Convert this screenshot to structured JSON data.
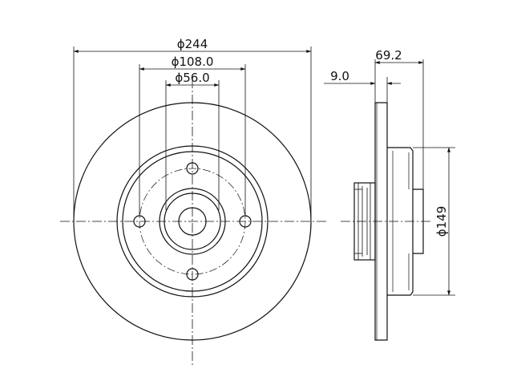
{
  "colors": {
    "line": "#111111",
    "background": "#ffffff"
  },
  "dimensions": {
    "outer_diameter": "ϕ244",
    "pcd_diameter": "ϕ108.0",
    "center_bore": "ϕ56.0",
    "overall_height": "69.2",
    "disc_thickness": "9.0",
    "hat_diameter": "ϕ149"
  }
}
